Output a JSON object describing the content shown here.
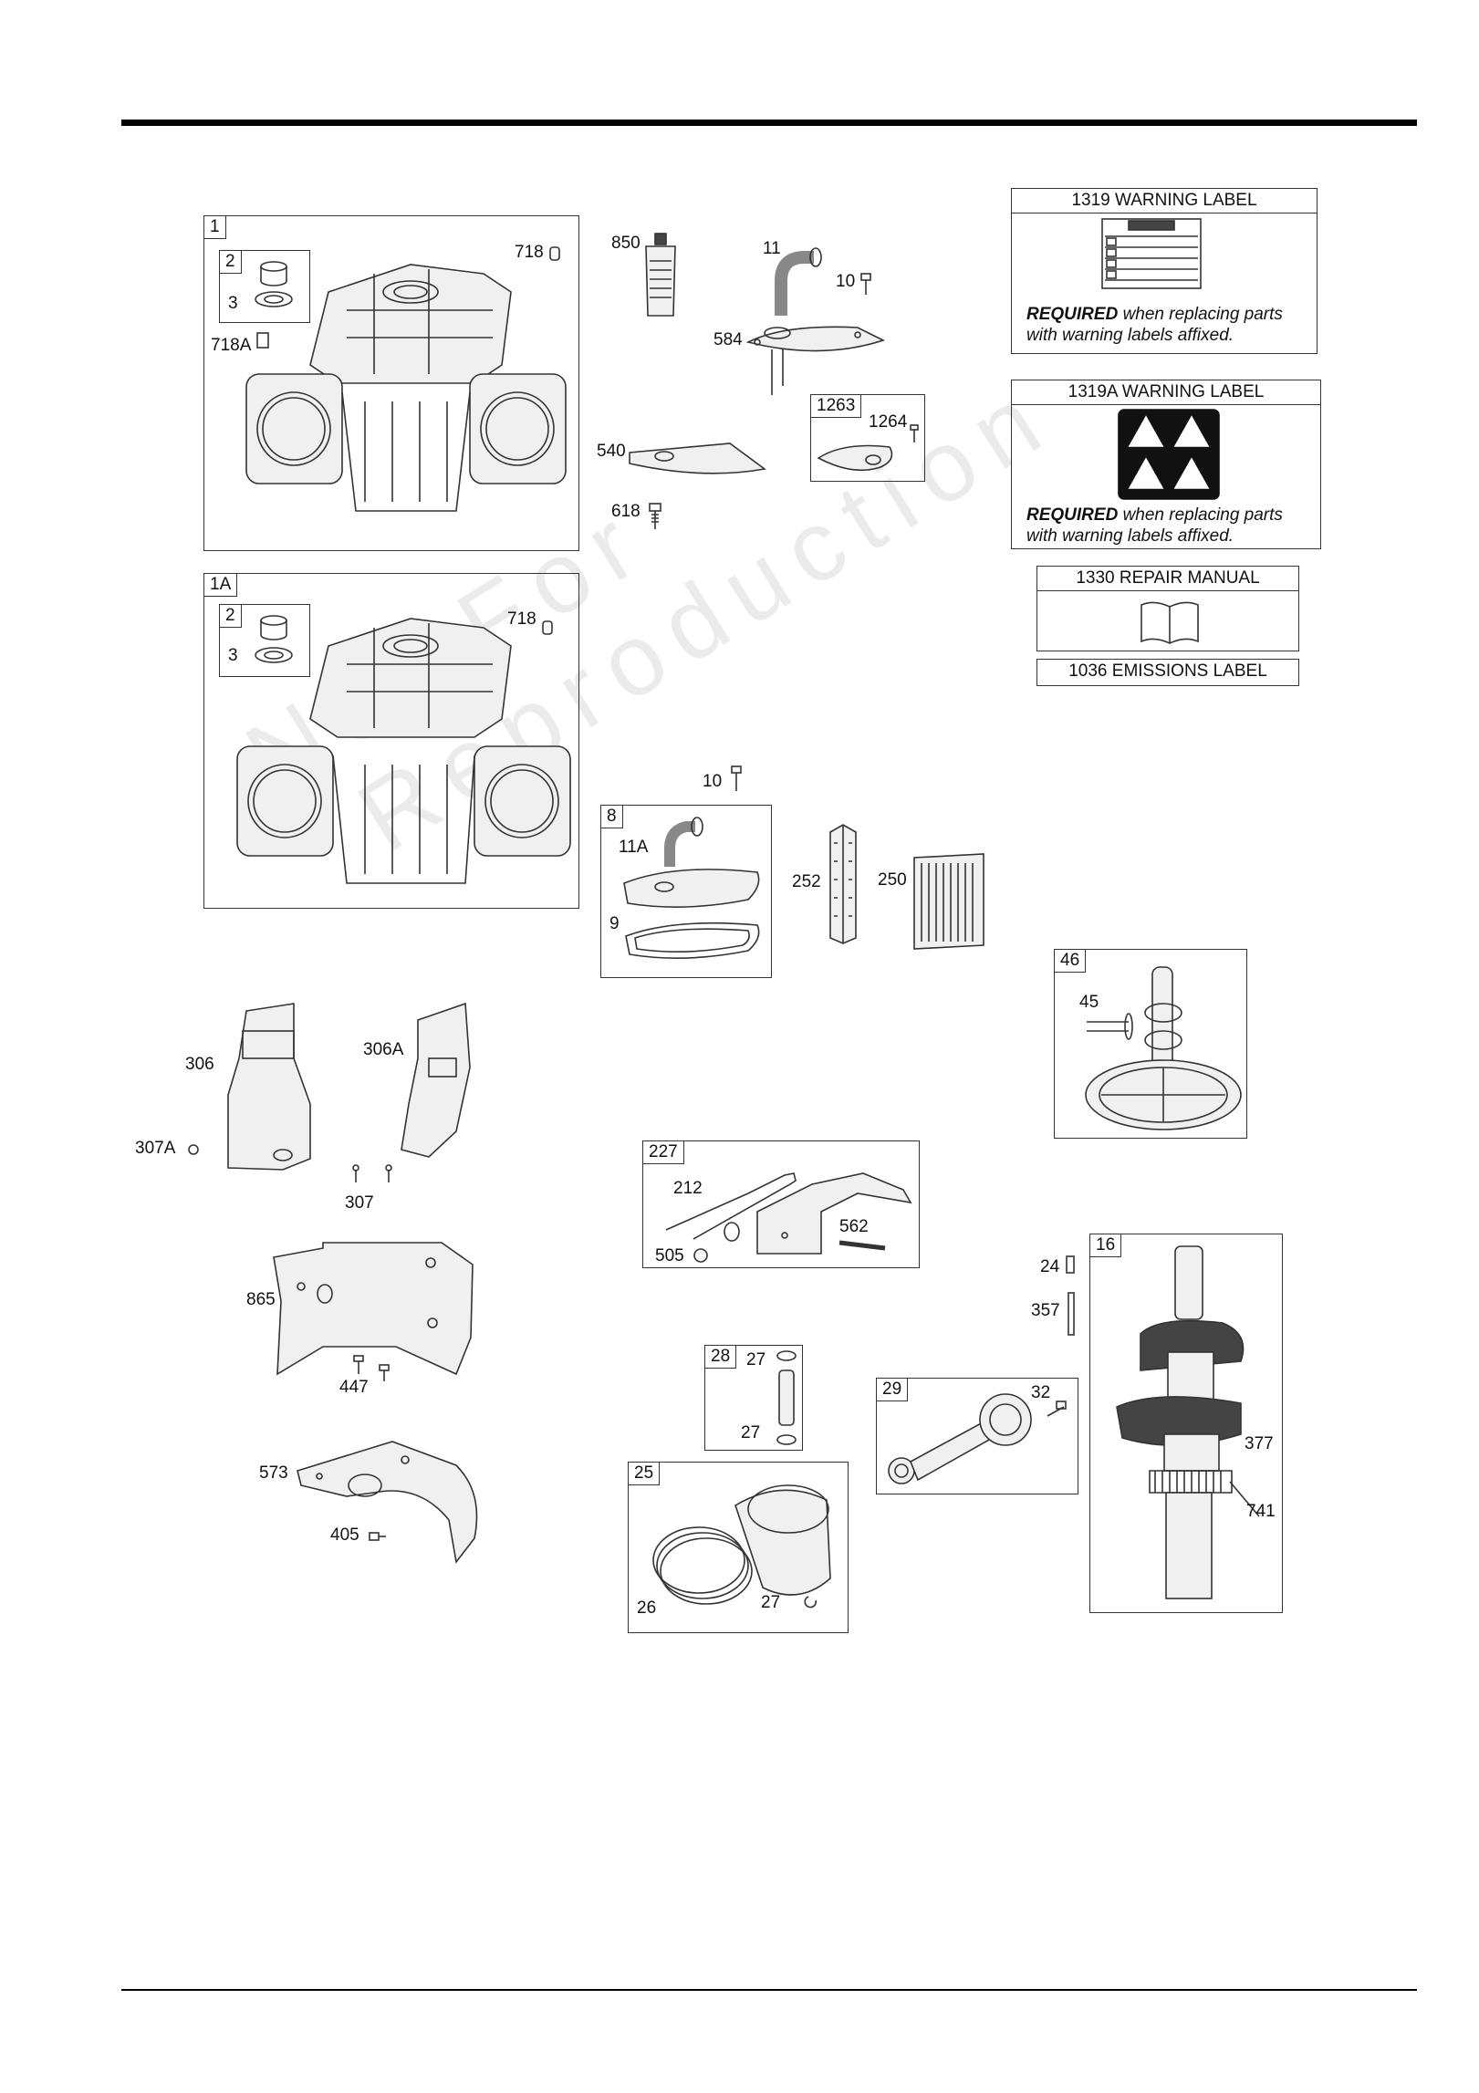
{
  "labels": {
    "warning_1319": {
      "title": "1319 WARNING LABEL",
      "required": "REQUIRED",
      "required_rest": " when replacing parts",
      "required_line2": "with warning labels affixed."
    },
    "warning_1319a": {
      "title": "1319A WARNING LABEL",
      "required": "REQUIRED",
      "required_rest": " when replacing parts",
      "required_line2": "with warning labels affixed."
    },
    "repair_manual": {
      "title": "1330 REPAIR MANUAL"
    },
    "emissions": {
      "title": "1036 EMISSIONS LABEL"
    }
  },
  "boxes": {
    "b1": "1",
    "b2a": "2",
    "b1a": "1A",
    "b2b": "2",
    "b1263": "1263",
    "b8": "8",
    "b46": "46",
    "b227": "227",
    "b16": "16",
    "b28": "28",
    "b29": "29",
    "b25": "25"
  },
  "parts": {
    "p718": "718",
    "p3a": "3",
    "p718a": "718A",
    "p718b": "718",
    "p3b": "3",
    "p850": "850",
    "p11": "11",
    "p10a": "10",
    "p584": "584",
    "p1264": "1264",
    "p540": "540",
    "p618": "618",
    "p10b": "10",
    "p11a": "11A",
    "p9": "9",
    "p252": "252",
    "p250": "250",
    "p45": "45",
    "p306": "306",
    "p306a": "306A",
    "p307a": "307A",
    "p307": "307",
    "p865": "865",
    "p447": "447",
    "p573": "573",
    "p405": "405",
    "p212": "212",
    "p562": "562",
    "p505": "505",
    "p24": "24",
    "p357": "357",
    "p377": "377",
    "p741": "741",
    "p27a": "27",
    "p27b": "27",
    "p32": "32",
    "p26": "26",
    "p27c": "27"
  },
  "watermark": {
    "line1": "Not For",
    "line2": "Reproduction"
  }
}
